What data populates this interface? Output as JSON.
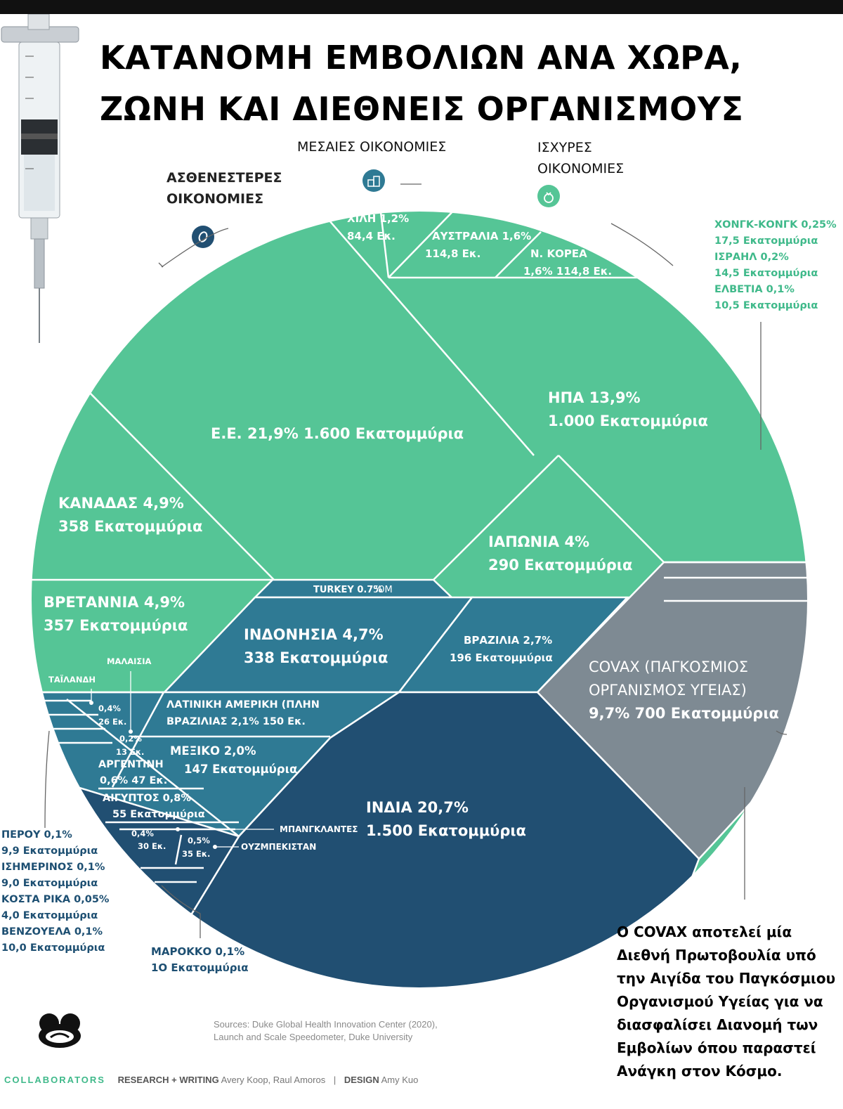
{
  "title_line1": "ΚΑΤΑΝΟΜΗ ΕΜΒΟΛΙΩΝ ΑΝΑ ΧΩΡΑ,",
  "title_line2": "ΖΩΝΗ ΚΑΙ ΔΙΕΘΝΕΙΣ ΟΡΓΑΝΙΣΜΟΥΣ",
  "categories": {
    "weak_line1": "ΑΣΘΕΝΕΣΤΕΡΕΣ",
    "weak_line2": "ΟΙΚΟΝΟΜΙΕΣ",
    "middle": "ΜΕΣΑΙΕΣ ΟΙΚΟΝΟΜΙΕΣ",
    "strong_line1": "ΙΣΧΥΡΕΣ",
    "strong_line2": "ΟΙΚΟΝΟΜΙΕΣ"
  },
  "colors": {
    "strong": "#55c596",
    "middle": "#2f7a94",
    "weak": "#214f72",
    "covax": "#7e8a93"
  },
  "icons": [
    "coin-icon",
    "coins-stack-icon",
    "money-bag-icon",
    "syringe-icon",
    "logo-icon"
  ],
  "chart_data": {
    "type": "treemap",
    "unit": "Εκατομμύρια δόσεις",
    "regions": [
      {
        "name": "Ε.Ε.",
        "percent": 21.9,
        "value": 1600,
        "group": "ΙΣΧΥΡΕΣ ΟΙΚΟΝΟΜΙΕΣ"
      },
      {
        "name": "ΗΠΑ",
        "percent": 13.9,
        "value": 1000,
        "group": "ΙΣΧΥΡΕΣ ΟΙΚΟΝΟΜΙΕΣ"
      },
      {
        "name": "ΚΑΝΑΔΑΣ",
        "percent": 4.9,
        "value": 358,
        "group": "ΙΣΧΥΡΕΣ ΟΙΚΟΝΟΜΙΕΣ"
      },
      {
        "name": "ΒΡΕΤΑΝΝΙΑ",
        "percent": 4.9,
        "value": 357,
        "group": "ΙΣΧΥΡΕΣ ΟΙΚΟΝΟΜΙΕΣ"
      },
      {
        "name": "ΙΑΠΩΝΙΑ",
        "percent": 4,
        "value": 290,
        "group": "ΙΣΧΥΡΕΣ ΟΙΚΟΝΟΜΙΕΣ"
      },
      {
        "name": "ΑΥΣΤΡΑΛΙΑ",
        "percent": 1.6,
        "value": 114.8,
        "group": "ΙΣΧΥΡΕΣ ΟΙΚΟΝΟΜΙΕΣ"
      },
      {
        "name": "Ν. ΚΟΡΕΑ",
        "percent": 1.6,
        "value": 114.8,
        "group": "ΙΣΧΥΡΕΣ ΟΙΚΟΝΟΜΙΕΣ"
      },
      {
        "name": "ΧΙΛΗ",
        "percent": 1.2,
        "value": 84.4,
        "group": "ΙΣΧΥΡΕΣ ΟΙΚΟΝΟΜΙΕΣ"
      },
      {
        "name": "ΧΟΝΓΚ-ΚΟΝΓΚ",
        "percent": 0.25,
        "value": 17.5,
        "group": "ΙΣΧΥΡΕΣ ΟΙΚΟΝΟΜΙΕΣ"
      },
      {
        "name": "ΙΣΡΑΗΛ",
        "percent": 0.2,
        "value": 14.5,
        "group": "ΙΣΧΥΡΕΣ ΟΙΚΟΝΟΜΙΕΣ"
      },
      {
        "name": "ΕΛΒΕΤΙΑ",
        "percent": 0.1,
        "value": 10.5,
        "group": "ΙΣΧΥΡΕΣ ΟΙΚΟΝΟΜΙΕΣ"
      },
      {
        "name": "COVAX",
        "percent": 9.7,
        "value": 700,
        "group": "ΠΑΓΚΟΣΜΙΟΣ ΟΡΓΑΝΙΣΜΟΣ ΥΓΕΙΑΣ"
      },
      {
        "name": "TURKEY",
        "percent": 0.7,
        "value": 50,
        "group": "ΜΕΣΑΙΕΣ ΟΙΚΟΝΟΜΙΕΣ"
      },
      {
        "name": "ΙΝΔΟΝΗΣΙΑ",
        "percent": 4.7,
        "value": 338,
        "group": "ΜΕΣΑΙΕΣ ΟΙΚΟΝΟΜΙΕΣ"
      },
      {
        "name": "ΒΡΑΖΙΛΙΑ",
        "percent": 2.7,
        "value": 196,
        "group": "ΜΕΣΑΙΕΣ ΟΙΚΟΝΟΜΙΕΣ"
      },
      {
        "name": "ΛΑΤΙΝΙΚΗ ΑΜΕΡΙΚΗ (ΠΛΗΝ ΒΡΑΖΙΛΙΑΣ",
        "percent": 2.1,
        "value": 150,
        "group": "ΜΕΣΑΙΕΣ ΟΙΚΟΝΟΜΙΕΣ"
      },
      {
        "name": "ΜΕΞΙΚΟ",
        "percent": 2.0,
        "value": 147,
        "group": "ΜΕΣΑΙΕΣ ΟΙΚΟΝΟΜΙΕΣ"
      },
      {
        "name": "ΤΑΪΛΑΝΔΗ",
        "percent": 0.4,
        "value": 26,
        "group": "ΜΕΣΑΙΕΣ ΟΙΚΟΝΟΜΙΕΣ"
      },
      {
        "name": "ΜΑΛΑΙΣΙΑ",
        "percent": 0.2,
        "value": 13,
        "group": "ΜΕΣΑΙΕΣ ΟΙΚΟΝΟΜΙΕΣ"
      },
      {
        "name": "ΑΡΓΕΝΤΙΝΗ",
        "percent": 0.6,
        "value": 47,
        "group": "ΜΕΣΑΙΕΣ ΟΙΚΟΝΟΜΙΕΣ"
      },
      {
        "name": "ΠΕΡΟΥ",
        "percent": 0.1,
        "value": 9.9,
        "group": "ΜΕΣΑΙΕΣ ΟΙΚΟΝΟΜΙΕΣ"
      },
      {
        "name": "ΙΣΗΜΕΡΙΝΟΣ",
        "percent": 0.1,
        "value": 9.0,
        "group": "ΜΕΣΑΙΕΣ ΟΙΚΟΝΟΜΙΕΣ"
      },
      {
        "name": "ΚΟΣΤΑ ΡΙΚΑ",
        "percent": 0.05,
        "value": 4.0,
        "group": "ΜΕΣΑΙΕΣ ΟΙΚΟΝΟΜΙΕΣ"
      },
      {
        "name": "ΒΕΝΖΟΥΕΛΑ",
        "percent": 0.1,
        "value": 10.0,
        "group": "ΜΕΣΑΙΕΣ ΟΙΚΟΝΟΜΙΕΣ"
      },
      {
        "name": "ΙΝΔΙΑ",
        "percent": 20.7,
        "value": 1500,
        "group": "ΑΣΘΕΝΕΣΤΕΡΕΣ ΟΙΚΟΝΟΜΙΕΣ"
      },
      {
        "name": "ΑΙΓΥΠΤΟΣ",
        "percent": 0.8,
        "value": 55,
        "group": "ΑΣΘΕΝΕΣΤΕΡΕΣ ΟΙΚΟΝΟΜΙΕΣ"
      },
      {
        "name": "ΜΠΑΝΓΚΛΑΝΤΕΣ",
        "percent": 0.4,
        "value": 30,
        "group": "ΑΣΘΕΝΕΣΤΕΡΕΣ ΟΙΚΟΝΟΜΙΕΣ"
      },
      {
        "name": "ΟΥΖΜΠΕΚΙΣΤΑΝ",
        "percent": 0.5,
        "value": 35,
        "group": "ΑΣΘΕΝΕΣΤΕΡΕΣ ΟΙΚΟΝΟΜΙΕΣ"
      },
      {
        "name": "ΜΑΡΟΚΚΟ",
        "percent": 0.1,
        "value": 10,
        "group": "ΑΣΘΕΝΕΣΤΕΡΕΣ ΟΙΚΟΝΟΜΙΕΣ"
      }
    ],
    "labels": {
      "eu": "Ε.Ε. 21,9% 1.600 Εκατομμύρια",
      "usa_1": "ΗΠΑ 13,9%",
      "usa_2": "1.000 Εκατομμύρια",
      "canada_1": "ΚΑΝΑΔΑΣ 4,9%",
      "canada_2": "358 Εκατομμύρια",
      "uk_1": "ΒΡΕΤΑΝΝΙΑ 4,9%",
      "uk_2": "357 Εκατομμύρια",
      "japan_1": "ΙΑΠΩΝΙΑ 4%",
      "japan_2": "290 Εκατομμύρια",
      "chile_1": "ΧΙΛΗ 1,2%",
      "chile_2": "84,4 Εκ.",
      "australia_1": "ΑΥΣΤΡΑΛΙΑ 1,6%",
      "australia_2": "114,8 Εκ.",
      "korea_1": "Ν. ΚΟΡΕΑ",
      "korea_2": "1,6% 114,8 Εκ.",
      "turkey_1": "TURKEY 0.7%",
      "turkey_2": "50M",
      "indonesia_1": "ΙΝΔΟΝΗΣΙΑ 4,7%",
      "indonesia_2": "338 Εκατομμύρια",
      "brazil_1": "ΒΡΑΖΙΛΙΑ 2,7%",
      "brazil_2": "196 Εκατομμύρια",
      "covax_1": "COVAX (ΠΑΓΚΟΣΜΙΟΣ",
      "covax_2": "ΟΡΓΑΝΙΣΜΟΣ ΥΓΕΙΑΣ)",
      "covax_3": "9,7% 700 Εκατομμύρια",
      "latam_1": "ΛΑΤΙΝΙΚΗ ΑΜΕΡΙΚΗ (ΠΛΗΝ",
      "latam_2": "ΒΡΑΖΙΛΙΑΣ 2,1% 150 Εκ.",
      "mexico_1": "ΜΕΞΙΚΟ 2,0%",
      "mexico_2": "147 Εκατομμύρια",
      "india_1": "ΙΝΔΙΑ 20,7%",
      "india_2": "1.500 Εκατομμύρια",
      "malaysia": "ΜΑΛΑΙΣΙΑ",
      "thailand": "ΤΑΪΛΑΝΔΗ",
      "thailand_1": "0,4%",
      "thailand_2": "26 Εκ.",
      "malaysia_1": "0,2%",
      "malaysia_2": "13 Εκ.",
      "argentina_1": "ΑΡΓΕΝΤΙΝΗ",
      "argentina_2": "0,6% 47 Εκ.",
      "egypt_1": "ΑΙΓΥΠΤΟΣ 0,8%",
      "egypt_2": "55 Εκατομμύρια",
      "bangladesh_1": "0,4%",
      "bangladesh_2": "30 Εκ.",
      "uzbek_1": "0,5%",
      "uzbek_2": "35 Εκ.",
      "bangladesh_name": "ΜΠΑΝΓΚΛΑΝΤΕΣ",
      "uzbek_name": "ΟΥΖΜΠΕΚΙΣΤΑΝ"
    }
  },
  "side_strong": [
    "ΧΟΝΓΚ-ΚΟΝΓΚ 0,25%",
    "17,5 Εκατομμύρια",
    "ΙΣΡΑΗΛ 0,2%",
    "14,5 Εκατομμύρια",
    "ΕΛΒΕΤΙΑ 0,1%",
    "10,5 Εκατομμύρια"
  ],
  "side_latam": [
    "ΠΕΡΟΥ 0,1%",
    "9,9 Εκατομμύρια",
    "ΙΣΗΜΕΡΙΝΟΣ 0,1%",
    "9,0 Εκατομμύρια",
    "ΚΟΣΤΑ ΡΙΚΑ 0,05%",
    "4,0 Εκατομμύρια",
    "ΒΕΝΖΟΥΕΛΑ 0,1%",
    "10,0 Εκατομμύρια"
  ],
  "side_morocco": [
    "ΜΑΡΟΚΚΟ 0,1%",
    "1Ο Εκατομμύρια"
  ],
  "covax_note": [
    "Ο COVAX αποτελεί μία",
    "Διεθνή Πρωτοβουλία υπό",
    "την Αιγίδα του Παγκόσμιου",
    "Οργανισμού Υγείας για να",
    "διασφαλίσει Διανομή των",
    "Εμβολίων όπου παραστεί",
    "Ανάγκη στον Κόσμο."
  ],
  "sources_line1": "Sources: Duke Global Health Innovation Center (2020),",
  "sources_line2": "Launch and Scale Speedometer, Duke University",
  "credits": {
    "brand": "COLLABORATORS",
    "research_label": "RESEARCH + WRITING",
    "research_names": "Avery Koop, Raul Amoros",
    "separator": "|",
    "design_label": "DESIGN",
    "design_names": "Amy Kuo"
  }
}
